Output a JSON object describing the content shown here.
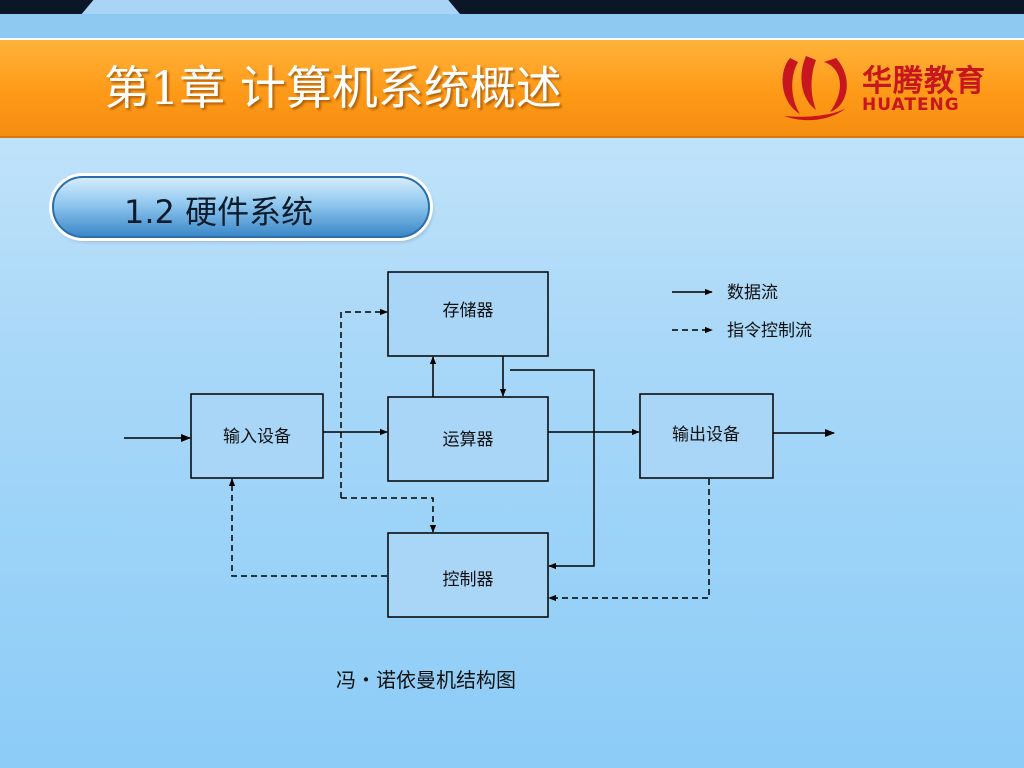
{
  "header": {
    "title": "第1章  计算机系统概述",
    "logo_cn": "华腾教育",
    "logo_en": "HUATENG"
  },
  "section": {
    "title": "1.2 硬件系统"
  },
  "diagram": {
    "nodes": {
      "memory": "存储器",
      "alu": "运算器",
      "input": "输入设备",
      "output": "输出设备",
      "controller": "控制器"
    },
    "legend": {
      "data_flow": "数据流",
      "control_flow": "指令控制流"
    },
    "caption": "冯・诺依曼机结构图"
  },
  "colors": {
    "title_orange": "#ff9a18",
    "node_fill": "#a9d6f7",
    "logo_red": "#c8161e"
  }
}
